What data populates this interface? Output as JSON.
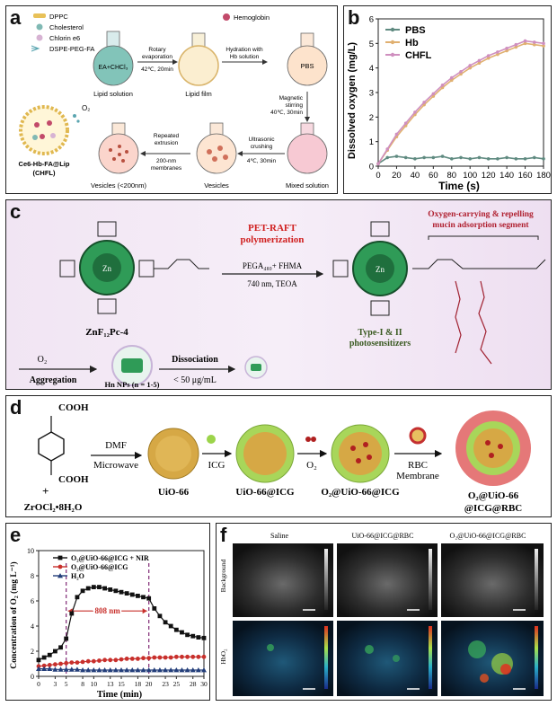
{
  "panels": {
    "a": {
      "label": "a",
      "legend": [
        "DPPC",
        "Cholesterol",
        "Chlorin e6",
        "DSPE-PEG-FA"
      ],
      "hemoglobin": "Hemoglobin",
      "flask1": "EA+CHCl₃",
      "lipid_solution": "Lipid solution",
      "lipid_film": "Lipid film",
      "pbs": "PBS",
      "mixed_solution": "Mixed solution",
      "vesicles": "Vesicles",
      "vesicles_small": "Vesicles (<200nm)",
      "step1_a": "Rotary",
      "step1_b": "evaporation",
      "step1_c": "42℃, 20min",
      "step2_a": "Hydration with",
      "step2_b": "Hb solution",
      "step3_a": "Magnetic",
      "step3_b": "stirring",
      "step3_c": "40℃, 30min",
      "step4_a": "Ultrasonic",
      "step4_b": "crushing",
      "step4_c": "4℃, 30min",
      "step5_a": "Repeated",
      "step5_b": "extrusion",
      "step5_c": "200-nm",
      "step5_d": "membranes",
      "o2": "O₂",
      "product_a": "Ce6-Hb-FA@Lip",
      "product_b": "(CHFL)"
    },
    "b": {
      "label": "b",
      "ylabel": "Dissolved oxygen (mg/L)",
      "xlabel": "Time (s)"
    },
    "c": {
      "label": "c",
      "reaction_title_a": "PET-RAFT",
      "reaction_title_b": "polymerization",
      "reagents": "PEGA₄₈₀+ FHMA",
      "conditions": "740 nm, TEOA",
      "monomer": "ZnF₁₂Pc-4",
      "segment_a": "Oxygen-carrying & repelling",
      "segment_b": "mucin adsorption segment",
      "ptype_a": "Type-I & II",
      "ptype_b": "photosensitizers",
      "o2": "O₂",
      "aggregation": "Aggregation",
      "hn": "Hn NPs (n = 1-5)",
      "dissociation": "Dissociation",
      "threshold": "< 50 μg/mL"
    },
    "d": {
      "label": "d",
      "cooh_top": "COOH",
      "cooh_bottom": "COOH",
      "zr": "ZrOCl₂•8H₂O",
      "plus": "+",
      "dmf": "DMF",
      "microwave": "Microwave",
      "uio": "UiO-66",
      "icg": "ICG",
      "uio_icg": "UiO-66@ICG",
      "o2": "O₂",
      "o2_uio_icg": "O₂@UiO-66@ICG",
      "rbc": "RBC",
      "membrane": "Membrane",
      "final_a": "O₂@UiO-66",
      "final_b": "@ICG@RBC"
    },
    "e": {
      "label": "e",
      "ylabel": "Concentration of O₂ (mg L⁻¹)",
      "xlabel": "Time (min)",
      "annotation": "808 nm"
    },
    "f": {
      "label": "f",
      "col1": "Saline",
      "col2": "UiO-66@ICG@RBC",
      "col3": "O₂@UiO-66@ICG@RBC",
      "row1": "Background",
      "row2": "HbO₂"
    }
  },
  "chart_data": [
    {
      "type": "line",
      "panel": "b",
      "xlabel": "Time (s)",
      "ylabel": "Dissolved oxygen (mg/L)",
      "xlim": [
        0,
        180
      ],
      "ylim": [
        0,
        6
      ],
      "xticks": [
        0,
        20,
        40,
        60,
        80,
        100,
        120,
        140,
        160,
        180
      ],
      "yticks": [
        0,
        1,
        2,
        3,
        4,
        5,
        6
      ],
      "legend_position": "top-left",
      "x": [
        0,
        10,
        20,
        30,
        40,
        50,
        60,
        70,
        80,
        90,
        100,
        110,
        120,
        130,
        140,
        150,
        160,
        170,
        180
      ],
      "series": [
        {
          "name": "PBS",
          "color": "#5f8a80",
          "values": [
            0.1,
            0.35,
            0.4,
            0.35,
            0.3,
            0.35,
            0.35,
            0.4,
            0.3,
            0.35,
            0.3,
            0.35,
            0.3,
            0.3,
            0.35,
            0.3,
            0.3,
            0.35,
            0.3
          ]
        },
        {
          "name": "Hb",
          "color": "#e0b070",
          "values": [
            0.1,
            0.65,
            1.2,
            1.65,
            2.1,
            2.5,
            2.85,
            3.2,
            3.5,
            3.75,
            4.0,
            4.2,
            4.4,
            4.55,
            4.7,
            4.85,
            5.0,
            4.95,
            4.9
          ]
        },
        {
          "name": "CHFL",
          "color": "#cf8fbf",
          "values": [
            0.1,
            0.7,
            1.3,
            1.75,
            2.2,
            2.6,
            2.95,
            3.3,
            3.6,
            3.85,
            4.1,
            4.3,
            4.5,
            4.65,
            4.8,
            4.95,
            5.1,
            5.05,
            5.0
          ]
        }
      ]
    },
    {
      "type": "line",
      "panel": "e",
      "xlabel": "Time (min)",
      "ylabel": "Concentration of O₂ (mg L⁻¹)",
      "xlim": [
        0,
        30
      ],
      "ylim": [
        0,
        10
      ],
      "xticks": [
        0,
        3,
        5,
        8,
        10,
        13,
        15,
        18,
        20,
        23,
        25,
        28,
        30
      ],
      "yticks": [
        0,
        2,
        4,
        6,
        8,
        10
      ],
      "legend_position": "top",
      "markers": [
        5,
        20
      ],
      "series": [
        {
          "name": "O₂@UiO-66@ICG + NIR",
          "color": "#111111",
          "marker": "square",
          "x": [
            0,
            1,
            2,
            3,
            4,
            5,
            6,
            7,
            8,
            9,
            10,
            11,
            12,
            13,
            14,
            15,
            16,
            17,
            18,
            19,
            20,
            21,
            22,
            23,
            24,
            25,
            26,
            27,
            28,
            29,
            30
          ],
          "values": [
            1.3,
            1.5,
            1.7,
            2.0,
            2.3,
            3.0,
            5.0,
            6.3,
            6.8,
            7.0,
            7.1,
            7.1,
            7.0,
            6.9,
            6.8,
            6.7,
            6.6,
            6.5,
            6.4,
            6.3,
            6.2,
            5.4,
            4.8,
            4.3,
            4.0,
            3.7,
            3.5,
            3.3,
            3.2,
            3.1,
            3.05
          ]
        },
        {
          "name": "O₂@UiO-66@ICG",
          "color": "#c8302c",
          "marker": "circle",
          "x": [
            0,
            1,
            2,
            3,
            4,
            5,
            6,
            7,
            8,
            9,
            10,
            11,
            12,
            13,
            14,
            15,
            16,
            17,
            18,
            19,
            20,
            21,
            22,
            23,
            24,
            25,
            26,
            27,
            28,
            29,
            30
          ],
          "values": [
            0.8,
            0.85,
            0.9,
            0.95,
            1.0,
            1.05,
            1.1,
            1.1,
            1.15,
            1.2,
            1.2,
            1.25,
            1.3,
            1.3,
            1.3,
            1.35,
            1.4,
            1.4,
            1.4,
            1.45,
            1.45,
            1.5,
            1.5,
            1.5,
            1.5,
            1.55,
            1.55,
            1.55,
            1.55,
            1.55,
            1.55
          ]
        },
        {
          "name": "H₂O",
          "color": "#233e7a",
          "marker": "triangle",
          "x": [
            0,
            1,
            2,
            3,
            4,
            5,
            6,
            7,
            8,
            9,
            10,
            11,
            12,
            13,
            14,
            15,
            16,
            17,
            18,
            19,
            20,
            21,
            22,
            23,
            24,
            25,
            26,
            27,
            28,
            29,
            30
          ],
          "values": [
            0.6,
            0.6,
            0.6,
            0.55,
            0.55,
            0.55,
            0.55,
            0.55,
            0.5,
            0.5,
            0.5,
            0.5,
            0.5,
            0.5,
            0.5,
            0.5,
            0.5,
            0.5,
            0.5,
            0.5,
            0.5,
            0.5,
            0.5,
            0.5,
            0.5,
            0.5,
            0.5,
            0.5,
            0.5,
            0.5,
            0.5
          ]
        }
      ]
    }
  ]
}
